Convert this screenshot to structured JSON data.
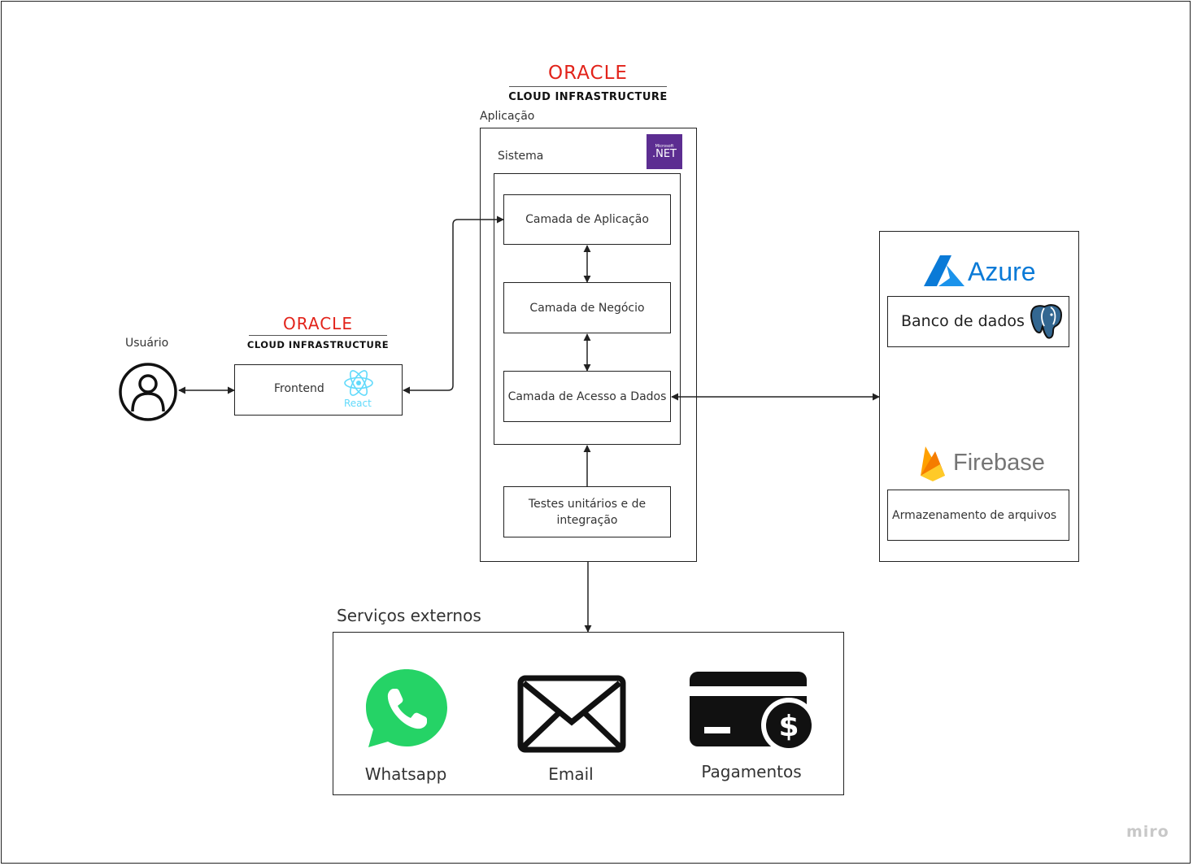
{
  "oracle_main": {
    "brand": "ORACLE",
    "subtitle": "CLOUD INFRASTRUCTURE"
  },
  "oracle_front": {
    "brand": "ORACLE",
    "subtitle": "CLOUD INFRASTRUCTURE"
  },
  "user": {
    "label": "Usuário"
  },
  "frontend": {
    "label": "Frontend",
    "react_label": "React"
  },
  "aplicacao": {
    "label": "Aplicação",
    "sistema_label": "Sistema",
    "dotnet_small": "Microsoft",
    "dotnet_label": ".NET",
    "layers": [
      "Camada de Aplicação",
      "Camada de Negócio",
      "Camada de Acesso a Dados"
    ],
    "tests_label": "Testes unitários e de integração"
  },
  "storage": {
    "azure_label": "Azure",
    "db_label": "Banco de dados",
    "firebase_label": "Firebase",
    "files_label": "Armazenamento de arquivos"
  },
  "external": {
    "title": "Serviços externos",
    "services": [
      "Whatsapp",
      "Email",
      "Pagamentos"
    ]
  },
  "watermark": "miro",
  "colors": {
    "oracle_red": "#e2231a",
    "dotnet_purple": "#5c2d91",
    "azure_blue": "#0a7ad7",
    "whatsapp_green": "#25d366",
    "react_blue": "#61dafb"
  }
}
